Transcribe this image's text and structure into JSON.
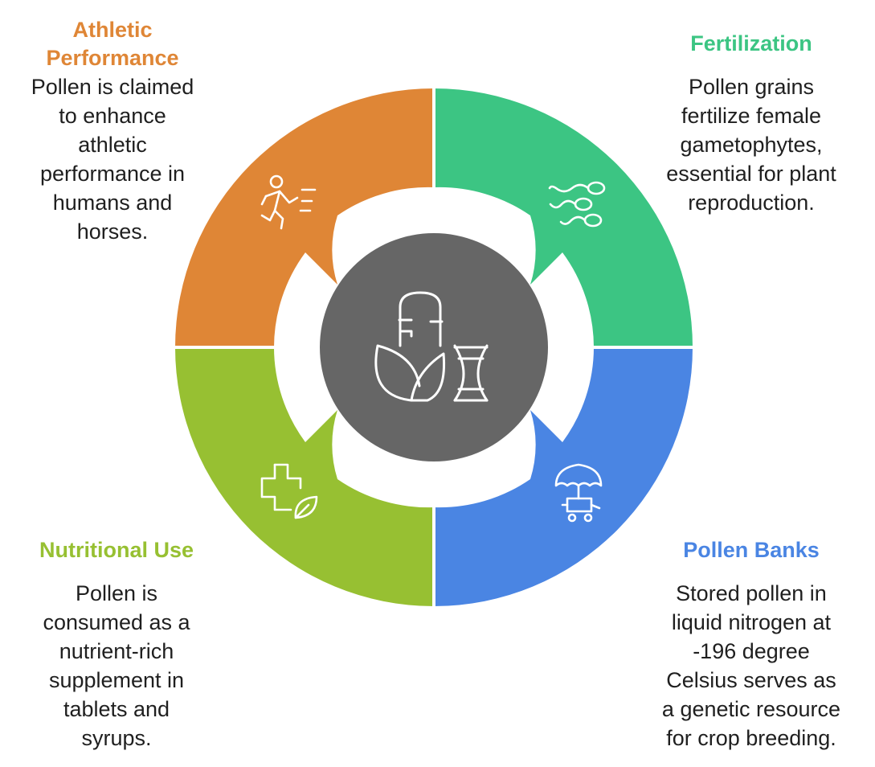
{
  "colors": {
    "athletic": "#DF8636",
    "fertilization": "#3CC583",
    "nutritional": "#97C032",
    "banks": "#4A85E3",
    "center": "#666666",
    "icon": "#ffffff"
  },
  "athletic": {
    "title_line1": "Athletic",
    "title_line2": "Performance",
    "desc": [
      "Pollen is claimed",
      "to enhance",
      "athletic",
      "performance in",
      "humans and",
      "horses."
    ],
    "icon": "running-person-icon"
  },
  "fertilization": {
    "title": "Fertilization",
    "desc": [
      "Pollen grains",
      "fertilize female",
      "gametophytes,",
      "essential for plant",
      "reproduction."
    ],
    "icon": "sperm-cells-icon"
  },
  "nutritional": {
    "title": "Nutritional Use",
    "desc": [
      "Pollen is",
      "consumed as a",
      "nutrient-rich",
      "supplement in",
      "tablets and",
      "syrups."
    ],
    "icon": "medical-cross-leaf-icon"
  },
  "banks": {
    "title": "Pollen Banks",
    "desc": [
      "Stored pollen in",
      "liquid nitrogen at",
      "-196 degree",
      "Celsius serves as",
      "a genetic resource",
      "for crop breeding."
    ],
    "icon": "umbrella-cart-icon"
  },
  "center": {
    "icon": "corn-dna-icon"
  }
}
